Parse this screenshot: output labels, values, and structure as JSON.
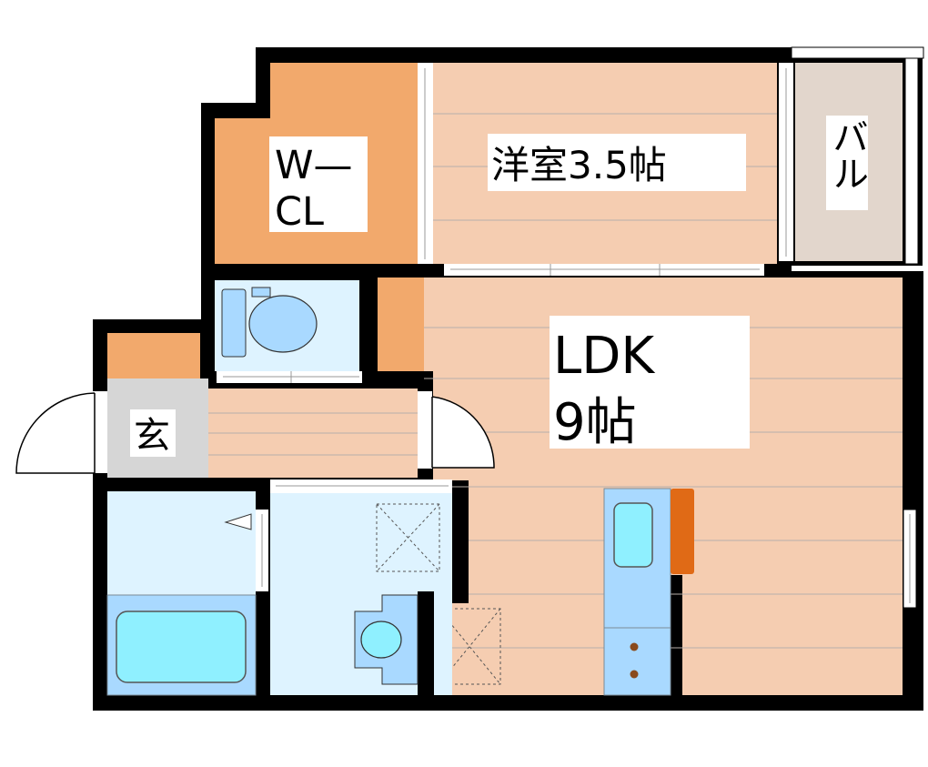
{
  "rooms": {
    "wcl": {
      "line1": "W—",
      "line2": "CL"
    },
    "western_room": {
      "label": "洋室3.5帖"
    },
    "balcony": {
      "label": "バル"
    },
    "ldk": {
      "line1": "LDK",
      "line2": "9帖"
    },
    "entrance": {
      "label": "玄"
    }
  },
  "colors": {
    "wall": "#000000",
    "floor_wood": "#f5cdb1",
    "closet": "#f2a96c",
    "wet_area": "#def3ff",
    "fixture": "#a9d9ff",
    "balcony": "#e2d6cc",
    "entrance_floor": "#d6d6d6",
    "stove_accent": "#e06a16"
  }
}
